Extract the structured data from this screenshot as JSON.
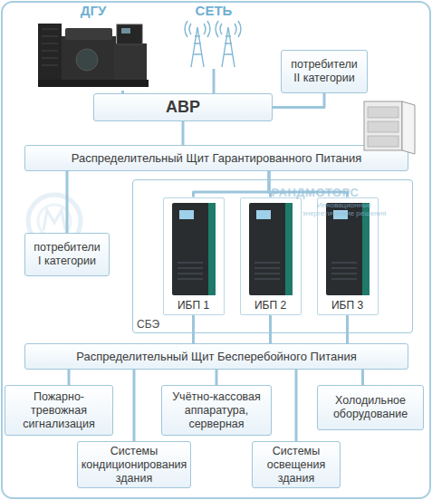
{
  "diagram": {
    "nodes": [
      {
        "text": [
          "ДГУ"
        ]
      },
      {
        "text": [
          "СЕТЬ"
        ]
      },
      {
        "text": [
          "потребители II категории"
        ]
      },
      {
        "text": [
          "АВР"
        ]
      },
      {
        "text": [
          "Распределительный Щит Гарантированного Питания"
        ]
      },
      {
        "text": [
          "потребители I категории"
        ]
      },
      {
        "text": [
          "СБЭ"
        ]
      },
      {
        "text": [
          "ИБП 1"
        ],
        "in": 6
      },
      {
        "text": [
          "ИБП 2"
        ],
        "in": 6
      },
      {
        "text": [
          "ИБП 3"
        ],
        "in": 6
      },
      {
        "text": [
          "Распределительный Щит Бесперебойного Питания"
        ]
      },
      {
        "text": [
          "Пожарно-тревожная сигнализация"
        ]
      },
      {
        "text": [
          "Учётно-кассовая аппаратура, серверная"
        ]
      },
      {
        "text": [
          "Холодильное оборудование"
        ]
      },
      {
        "text": [
          "Системы кондиционирования здания"
        ]
      },
      {
        "text": [
          "Системы освещения здания"
        ]
      }
    ],
    "edges": [
      {
        "from": 0,
        "to": 3,
        "arrow": "none"
      },
      {
        "from": 1,
        "to": 3,
        "arrow": "none"
      },
      {
        "from": 3,
        "to": 2,
        "arrow": "none"
      },
      {
        "from": 3,
        "to": 4,
        "arrow": "none"
      },
      {
        "from": 4,
        "to": 5,
        "arrow": "none"
      },
      {
        "from": 4,
        "to": 7,
        "arrow": "none"
      },
      {
        "from": 4,
        "to": 8,
        "arrow": "none"
      },
      {
        "from": 4,
        "to": 9,
        "arrow": "none"
      },
      {
        "from": 7,
        "to": 10,
        "arrow": "none"
      },
      {
        "from": 8,
        "to": 10,
        "arrow": "none"
      },
      {
        "from": 9,
        "to": 10,
        "arrow": "none"
      },
      {
        "from": 10,
        "to": 11,
        "arrow": "none"
      },
      {
        "from": 10,
        "to": 12,
        "arrow": "none"
      },
      {
        "from": 10,
        "to": 13,
        "arrow": "none"
      },
      {
        "from": 10,
        "to": 14,
        "arrow": "none"
      },
      {
        "from": 10,
        "to": 15,
        "arrow": "none"
      }
    ],
    "labels": [
      "РАНДМОТОРС",
      "Инновационные энергетические решения"
    ]
  }
}
